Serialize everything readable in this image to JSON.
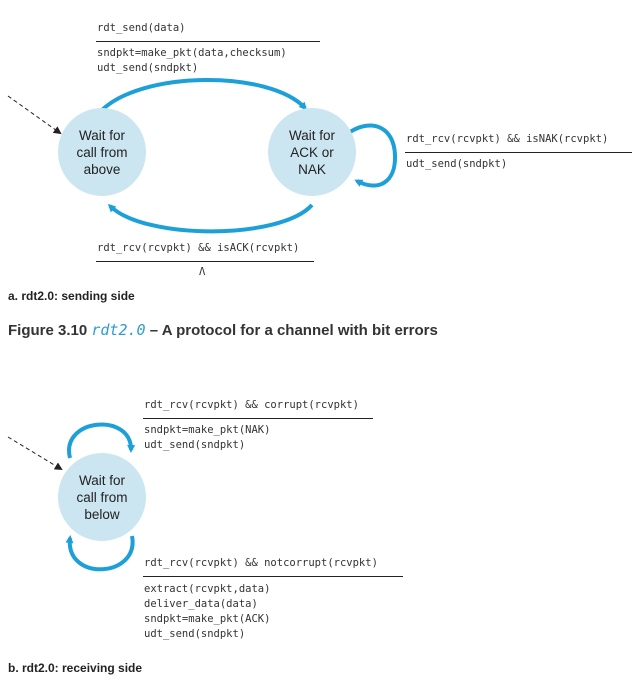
{
  "colors": {
    "arrow": "#1da0d8",
    "state_fill": "#cbe6f1",
    "text": "#333333"
  },
  "sender": {
    "top": {
      "event": "rdt_send(data)",
      "actions": [
        "sndpkt=make_pkt(data,checksum)",
        "udt_send(sndpkt)"
      ]
    },
    "right": {
      "event": "rdt_rcv(rcvpkt) && isNAK(rcvpkt)",
      "actions": [
        "udt_send(sndpkt)"
      ]
    },
    "bottom": {
      "event": "rdt_rcv(rcvpkt) && isACK(rcvpkt)",
      "action": "Λ"
    },
    "state1": "Wait for\ncall from\nabove",
    "state2": "Wait for\nACK or\nNAK",
    "caption": "a. rdt2.0: sending side"
  },
  "figure": {
    "prefix": "Figure 3.10",
    "code": "rdt2.0",
    "suffix": "– A protocol for a channel with bit errors"
  },
  "receiver": {
    "top": {
      "event": "rdt_rcv(rcvpkt) && corrupt(rcvpkt)",
      "actions": [
        "sndpkt=make_pkt(NAK)",
        "udt_send(sndpkt)"
      ]
    },
    "bottom": {
      "event": "rdt_rcv(rcvpkt) && notcorrupt(rcvpkt)",
      "actions": [
        "extract(rcvpkt,data)",
        "deliver_data(data)",
        "sndpkt=make_pkt(ACK)",
        "udt_send(sndpkt)"
      ]
    },
    "state": "Wait for\ncall from\nbelow",
    "caption": "b. rdt2.0: receiving side"
  }
}
